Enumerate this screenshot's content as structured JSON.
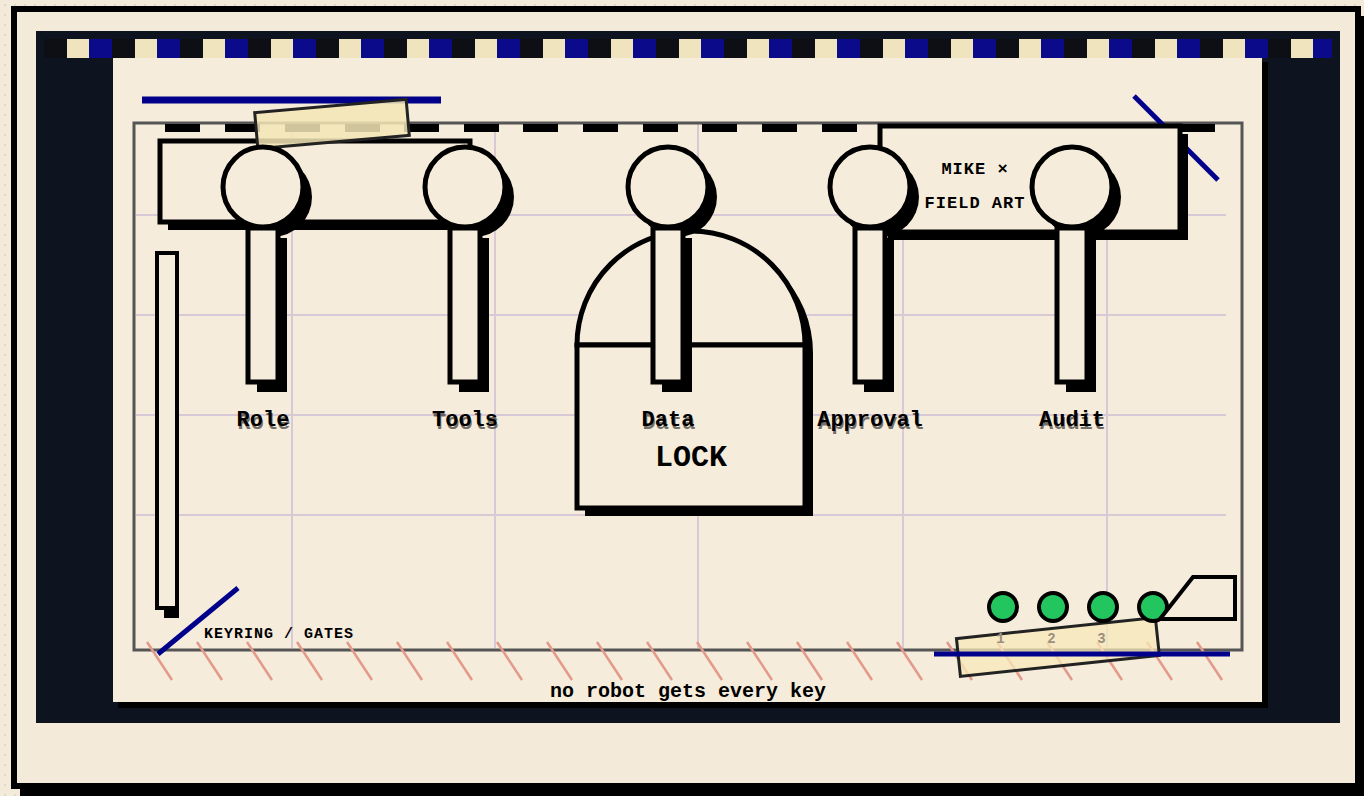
{
  "diagram": {
    "caption": "no robot gets every key",
    "nodes": [
      {
        "text": [
          "MIKE ×",
          "FIELD ART"
        ]
      },
      {
        "text": [
          "Role"
        ]
      },
      {
        "text": [
          "Tools"
        ]
      },
      {
        "text": [
          "LOCK"
        ]
      },
      {
        "text": [
          "Data"
        ]
      },
      {
        "text": [
          "Approval"
        ]
      },
      {
        "text": [
          "Audit"
        ]
      }
    ],
    "labels": [
      "KEYRING / GATES",
      "1",
      "2",
      "3"
    ]
  }
}
